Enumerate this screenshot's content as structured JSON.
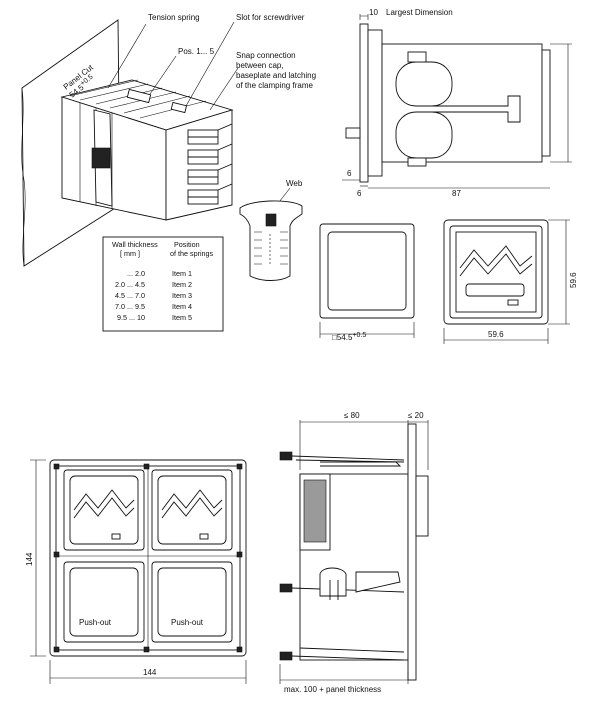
{
  "labels": {
    "tension_spring": "Tension spring",
    "slot_screwdriver": "Slot for screwdriver",
    "pos": "Pos. 1... 5",
    "snap_1": "Snap connection",
    "snap_2": "between cap,",
    "snap_3": "baseplate and latching",
    "snap_4": "of the clamping frame",
    "panel_cut_1": "Panel Cut",
    "panel_cut_2": "54.5",
    "panel_cut_tol": "+0.5",
    "web": "Web",
    "largest_dimension": "Largest Dimension",
    "push_out": "Push-out"
  },
  "dimensions": {
    "d10": "10",
    "d6a": "6",
    "d6b": "6",
    "d87": "87",
    "d59_6_side": "59.6",
    "d59_6_bottom": "59.6",
    "d54_5": "□54.5",
    "d54_5_tol": "+0.5",
    "d144_side": "144",
    "d144_bottom": "144",
    "d80": "≤ 80",
    "d20": "≤ 20",
    "max": "max. 100 + panel thickness"
  },
  "table": {
    "header_1a": "Wall thickness",
    "header_1b": "[ mm ]",
    "header_2a": "Position",
    "header_2b": "of the springs",
    "rows": [
      {
        "range": "... 2.0",
        "item": "Item 1"
      },
      {
        "range": "2.0 ... 4.5",
        "item": "Item 2"
      },
      {
        "range": "4.5 ... 7.0",
        "item": "Item 3"
      },
      {
        "range": "7.0 ... 9.5",
        "item": "Item 4"
      },
      {
        "range": "9.5 ... 10",
        "item": "Item 5"
      }
    ]
  }
}
